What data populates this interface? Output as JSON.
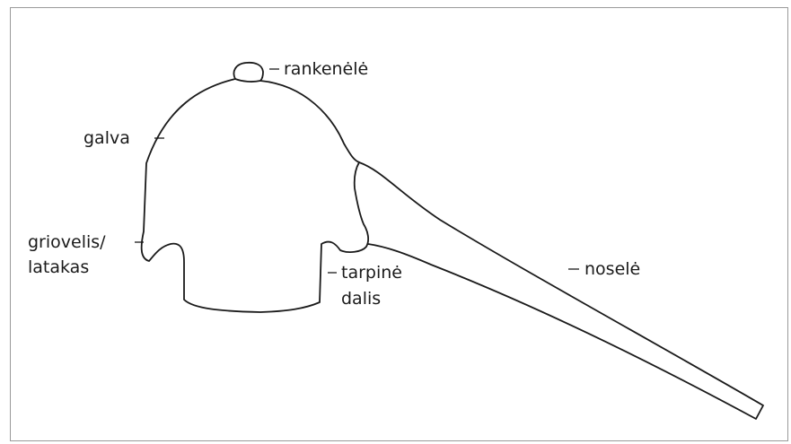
{
  "diagram": {
    "labels": {
      "handle": "rankenėlė",
      "head": "galva",
      "groove_line1": "griovelis/",
      "groove_line2": "latakas",
      "middle_line1": "tarpinė",
      "middle_line2": "dalis",
      "nozzle": "noselė"
    }
  }
}
